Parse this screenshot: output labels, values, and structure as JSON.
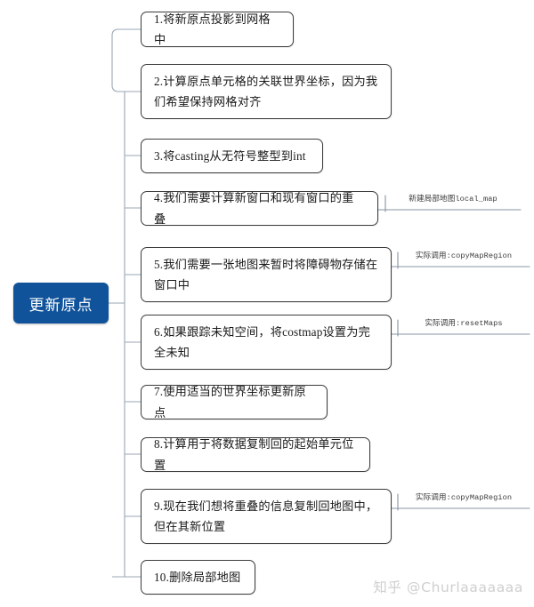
{
  "diagram": {
    "type": "mindmap",
    "orientation": "left-root-right-branches",
    "root": {
      "label": "更新原点",
      "fill_color": "#11539b",
      "text_color": "#ffffff"
    },
    "style": {
      "box_border_color": "#3c3c3c",
      "box_fill_color": "#ffffff",
      "connector_color": "#9aa7b4",
      "annotation_color": "#3a3a3a",
      "annotation_rule_color": "#8894a4",
      "background_color": "#ffffff"
    },
    "branches": [
      {
        "index": "1",
        "label": "1.将新原点投影到网格中",
        "annotation": null
      },
      {
        "index": "2",
        "label": "2.计算原点单元格的关联世界坐标，因为我们希望保持网格对齐",
        "annotation": null
      },
      {
        "index": "3",
        "label": "3.将casting从无符号整型到int",
        "annotation": null
      },
      {
        "index": "4",
        "label": "4.我们需要计算新窗口和现有窗口的重叠",
        "annotation": "新建局部地图local_map"
      },
      {
        "index": "5",
        "label": "5.我们需要一张地图来暂时将障碍物存储在窗口中",
        "annotation": "实际调用:copyMapRegion"
      },
      {
        "index": "6",
        "label": "6.如果跟踪未知空间，将costmap设置为完全未知",
        "annotation": "实际调用:resetMaps"
      },
      {
        "index": "7",
        "label": "7.使用适当的世界坐标更新原点",
        "annotation": null
      },
      {
        "index": "8",
        "label": "8.计算用于将数据复制回的起始单元位置",
        "annotation": null
      },
      {
        "index": "9",
        "label": "9.现在我们想将重叠的信息复制回地图中，但在其新位置",
        "annotation": "实际调用:copyMapRegion"
      },
      {
        "index": "10",
        "label": "10.删除局部地图",
        "annotation": null
      }
    ]
  },
  "watermark": {
    "text": "知乎 @Churlaaaaaaa"
  }
}
